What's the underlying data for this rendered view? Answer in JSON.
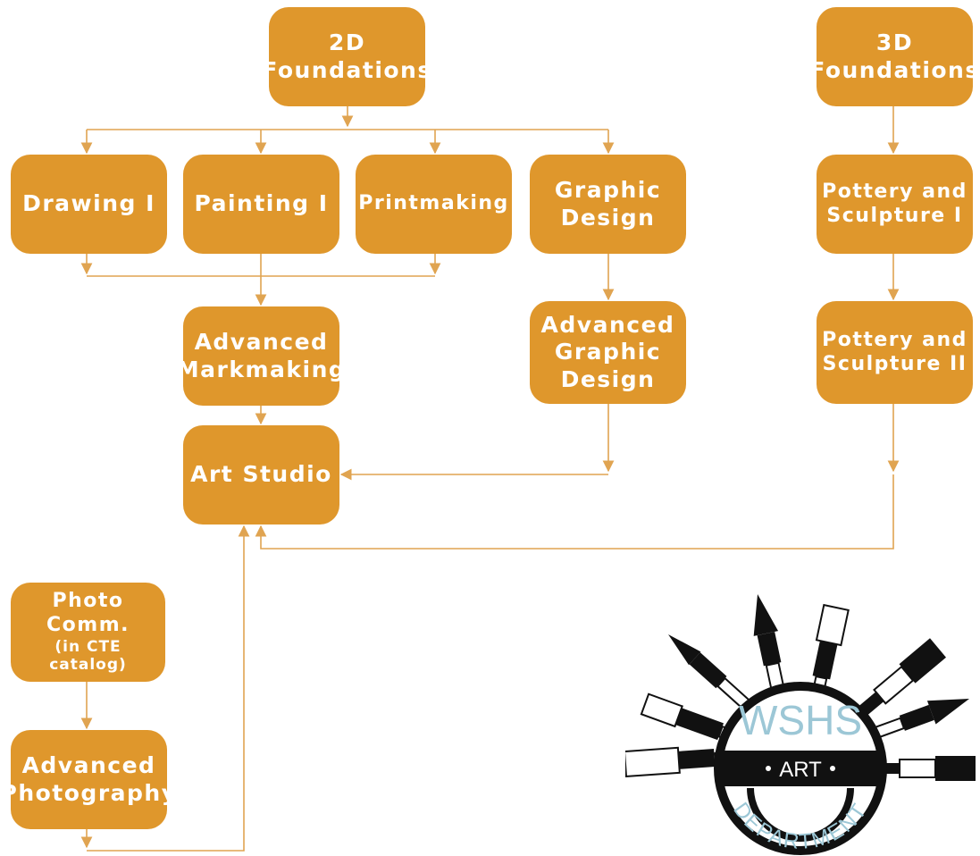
{
  "nodes": {
    "foundations_2d": "2D\nFoundations",
    "foundations_3d": "3D\nFoundations",
    "drawing_1": "Drawing I",
    "painting_1": "Painting I",
    "printmaking": "Printmaking",
    "graphic_design": "Graphic\nDesign",
    "pottery_1": "Pottery and\nSculpture I",
    "advanced_markmaking": "Advanced\nMarkmaking",
    "advanced_graphic_design": "Advanced\nGraphic\nDesign",
    "pottery_2": "Pottery and\nSculpture II",
    "art_studio": "Art Studio",
    "photo_comm": "Photo Comm.",
    "photo_comm_note": "(in CTE catalog)",
    "advanced_photography": "Advanced\nPhotography"
  },
  "logo": {
    "top_text": "WSHS",
    "band_text": "ART",
    "bottom_text": "DEPARTMENT"
  },
  "colors": {
    "node_fill": "#df972c",
    "node_text": "#ffffff",
    "connector": "#e0a451",
    "logo_accent": "#9cc7d6",
    "logo_dark": "#111111"
  }
}
